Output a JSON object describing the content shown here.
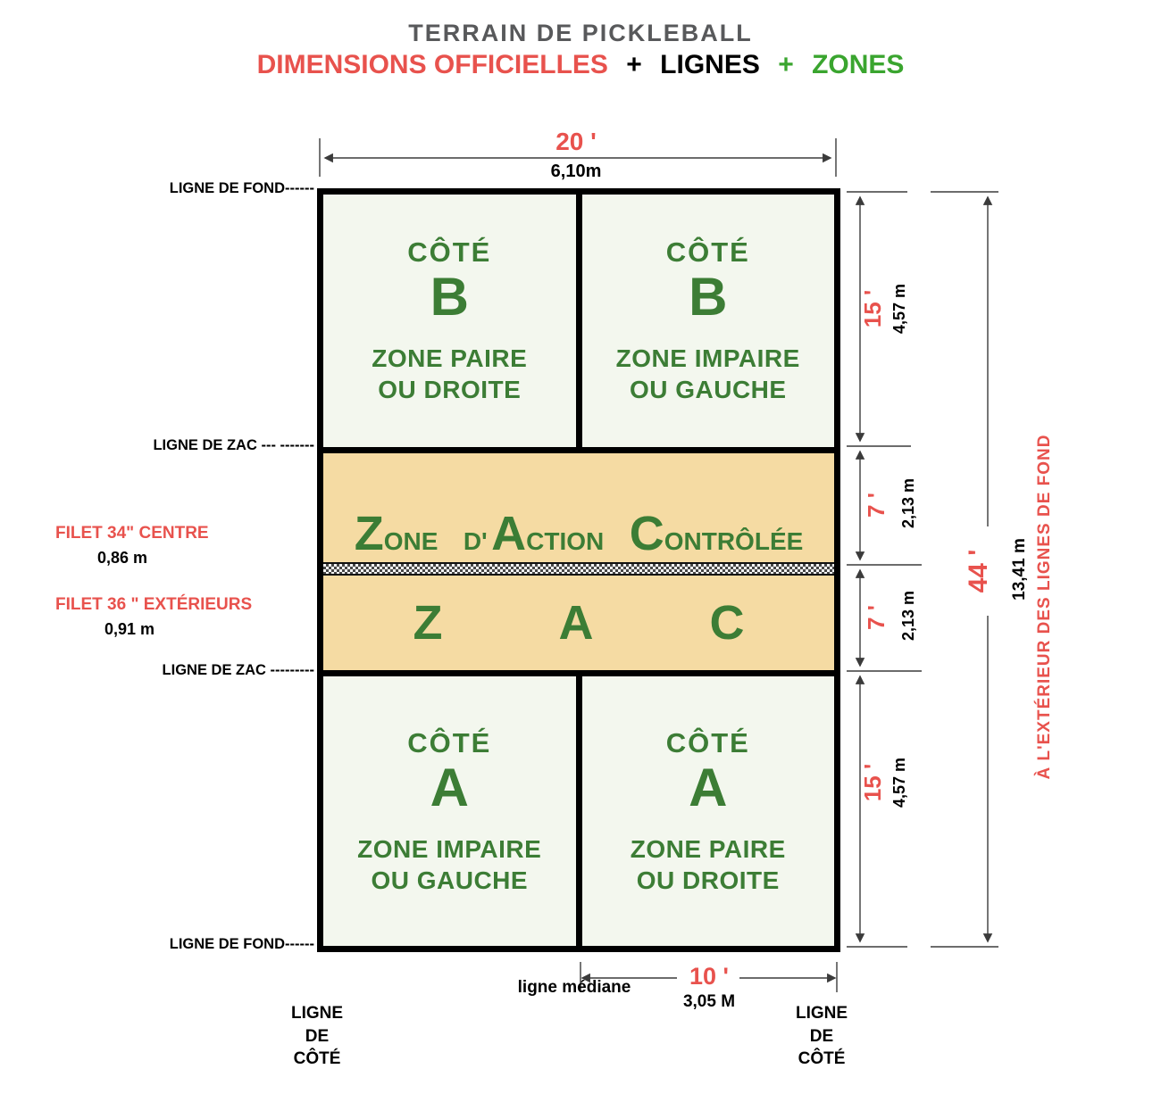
{
  "title": {
    "main": "TERRAIN DE PICKLEBALL",
    "sub_red": "DIMENSIONS OFFICIELLES",
    "sub_plus1": "+",
    "sub_black": "LIGNES",
    "sub_plus2": "+",
    "sub_green": "ZONES"
  },
  "court": {
    "b_left_title": "CÔTÉ",
    "b_left_letter": "B",
    "b_left_zone1": "ZONE PAIRE",
    "b_left_zone2": "OU DROITE",
    "b_right_title": "CÔTÉ",
    "b_right_letter": "B",
    "b_right_zone1": "ZONE IMPAIRE",
    "b_right_zone2": "OU GAUCHE",
    "zac_upper": {
      "z_big": "Z",
      "z_rest": "ONE",
      "d": "D'",
      "a_big": "A",
      "a_rest": "CTION",
      "c_big": "C",
      "c_rest": "ONTRÔLÉE"
    },
    "zac_lower": {
      "z": "Z",
      "a": "A",
      "c": "C"
    },
    "a_left_title": "CÔTÉ",
    "a_left_letter": "A",
    "a_left_zone1": "ZONE IMPAIRE",
    "a_left_zone2": "OU GAUCHE",
    "a_right_title": "CÔTÉ",
    "a_right_letter": "A",
    "a_right_zone1": "ZONE PAIRE",
    "a_right_zone2": "OU DROITE"
  },
  "left_labels": {
    "fond_top": "LIGNE DE FOND------",
    "zac_top": "LIGNE DE ZAC --- -------",
    "filet_centre": "FILET 34\"  CENTRE",
    "filet_centre_m": "0,86 m",
    "filet_ext": "FILET 36 \"  EXTÉRIEURS",
    "filet_ext_m": "0,91 m",
    "zac_bottom": "LIGNE  DE  ZAC ---------",
    "fond_bottom": "LIGNE DE FOND------"
  },
  "bottom_labels": {
    "mediane": "ligne médiane",
    "cote_left": [
      "LIGNE",
      "DE",
      "CÔTÉ"
    ],
    "cote_right": [
      "LIGNE",
      "DE",
      "CÔTÉ"
    ]
  },
  "dims": {
    "top_ft": "20 '",
    "top_m": "6,10m",
    "b_ft": "15 '",
    "b_m": "4,57 m",
    "zac1_ft": "7 '",
    "zac1_m": "2,13 m",
    "zac2_ft": "7 '",
    "zac2_m": "2,13 m",
    "a_ft": "15 '",
    "a_m": "4,57 m",
    "total_ft": "44 '",
    "total_m": "13,41 m",
    "outside": "À L'EXTÉRIEUR DES LIGNES DE FOND",
    "bottom_ft": "10 '",
    "bottom_m": "3,05 M"
  },
  "colors": {
    "red": "#e8524d",
    "green_title": "#3aa52f",
    "green_court": "#3c7d35",
    "tan": "#f5dba3",
    "court_bg": "#f3f7ee",
    "line_black": "#000000",
    "title_gray": "#58595b"
  }
}
